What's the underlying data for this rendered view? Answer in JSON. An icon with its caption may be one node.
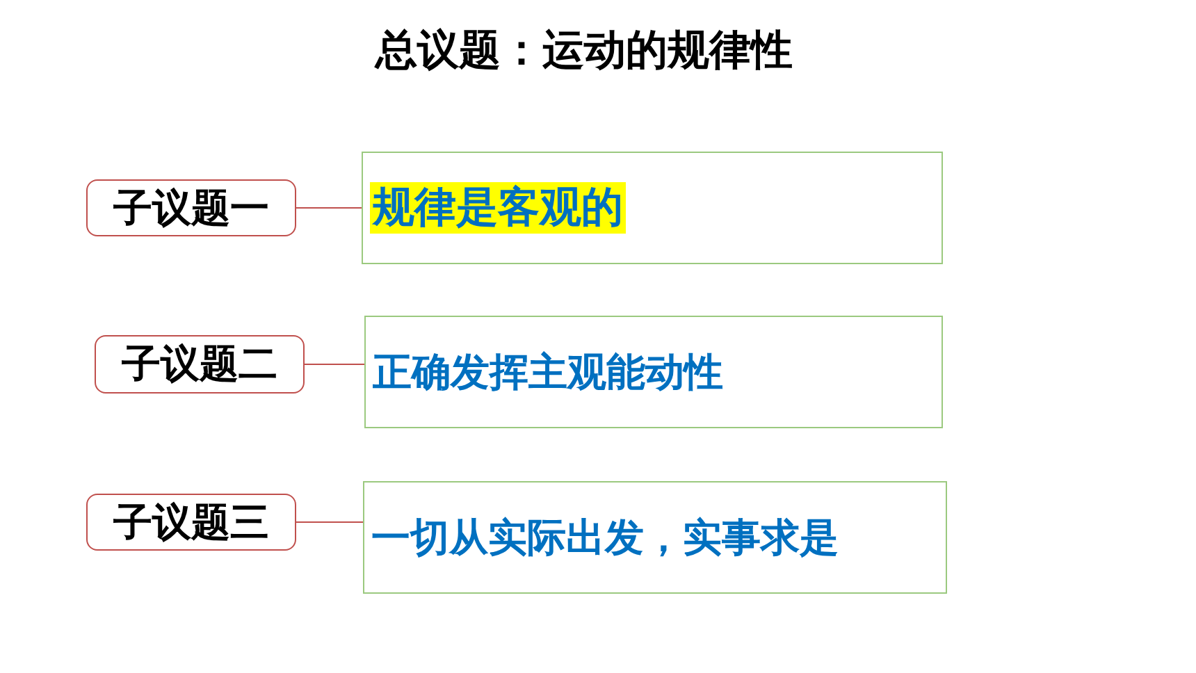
{
  "diagram": {
    "title": "总议题：运动的规律性",
    "nodes": [
      {
        "text": [
          "子议题一"
        ]
      },
      {
        "text": [
          "规律是客观的"
        ]
      },
      {
        "text": [
          "子议题二"
        ]
      },
      {
        "text": [
          "正确发挥主观能动性"
        ]
      },
      {
        "text": [
          "子议题三"
        ]
      },
      {
        "text": [
          "一切从实际出发，实事求是"
        ]
      }
    ],
    "edges": [
      {
        "from": 0,
        "to": 1,
        "arrow": "none"
      },
      {
        "from": 2,
        "to": 3,
        "arrow": "none"
      },
      {
        "from": 4,
        "to": 5,
        "arrow": "none"
      }
    ]
  }
}
